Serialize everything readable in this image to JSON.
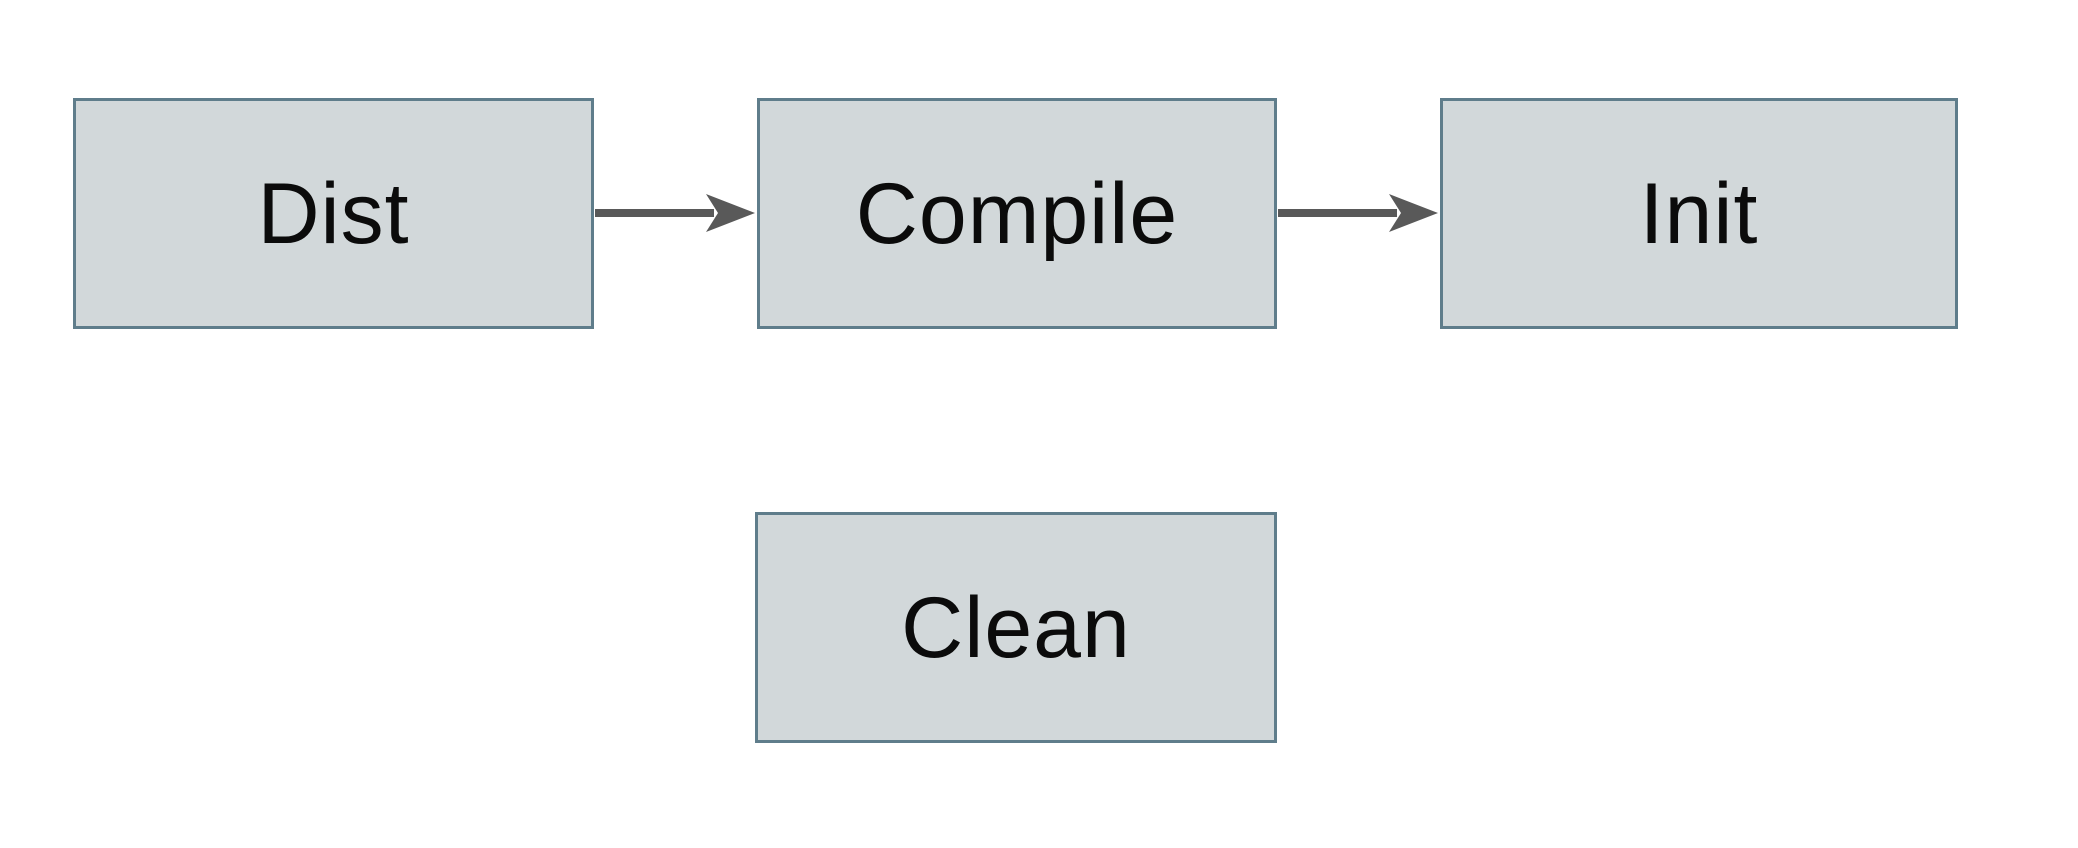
{
  "diagram": {
    "type": "flowchart",
    "background_color": "#ffffff",
    "nodes": [
      {
        "id": "dist",
        "label": "Dist"
      },
      {
        "id": "compile",
        "label": "Compile"
      },
      {
        "id": "init",
        "label": "Init"
      },
      {
        "id": "clean",
        "label": "Clean"
      }
    ],
    "edges": [
      {
        "from": "Dist",
        "to": "Compile",
        "direction": "right"
      },
      {
        "from": "Compile",
        "to": "Init",
        "direction": "right"
      }
    ],
    "colors": {
      "node_fill": "#d2d8da",
      "node_border": "#5f7d8b",
      "arrow": "#595959",
      "label_text": "#0b0b0b"
    }
  }
}
